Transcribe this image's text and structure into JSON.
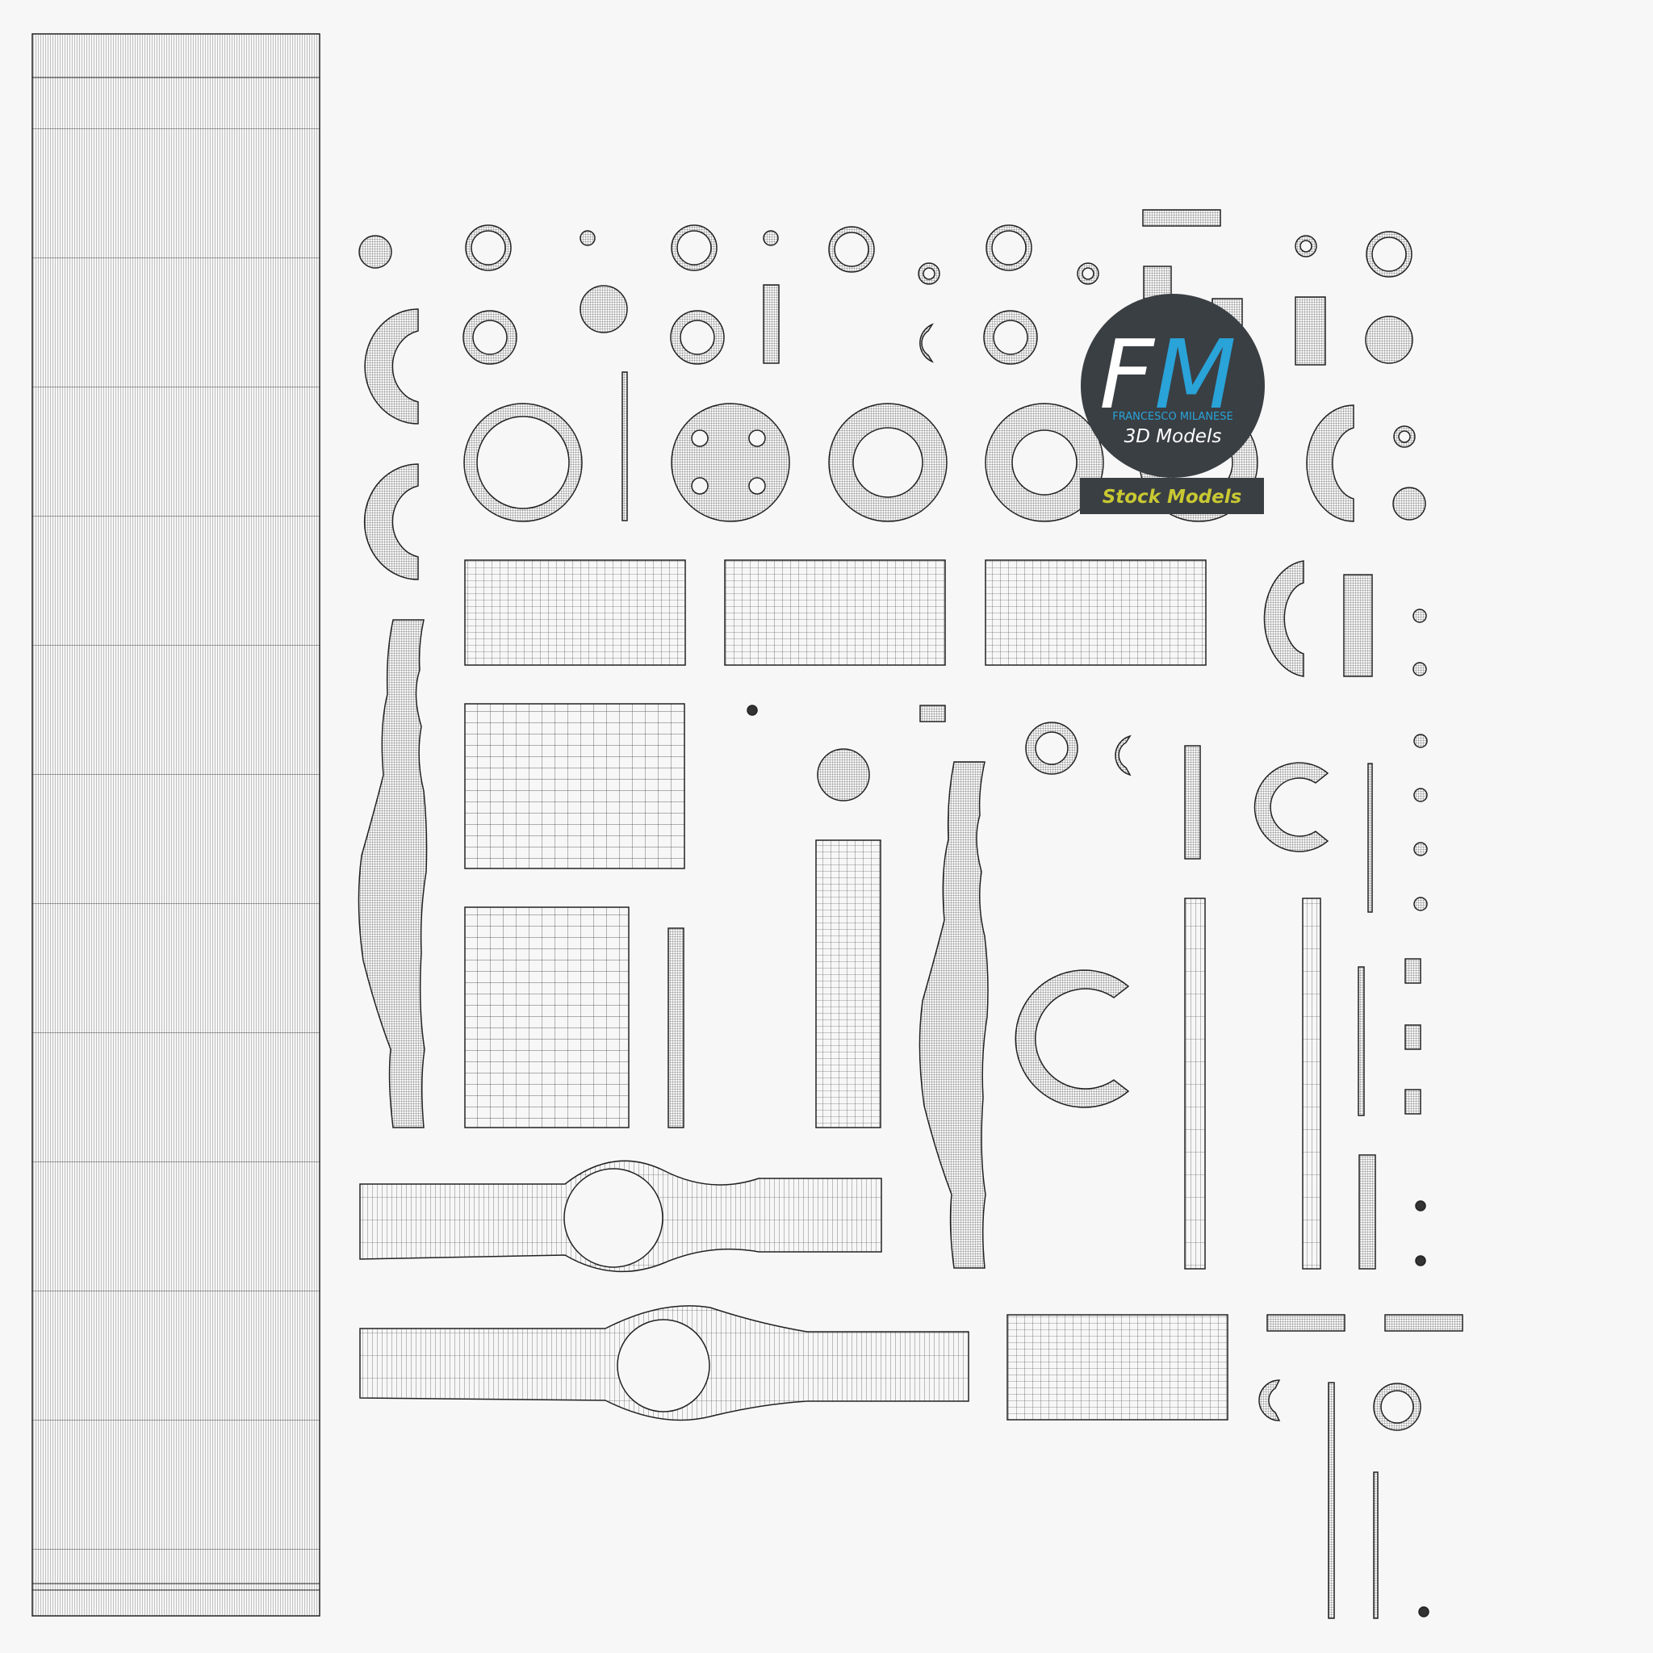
{
  "logo": {
    "initial_f": "F",
    "initial_m": "M",
    "brand_name": "FRANCESCO MILANESE",
    "tagline": "3D Models",
    "badge_label": "Stock Models",
    "colors": {
      "disc": "#3a3f44",
      "f_letter": "#ffffff",
      "m_letter": "#29a3d8",
      "brand_name": "#29a3d8",
      "tagline": "#ffffff",
      "badge_bg": "#3a3f44",
      "badge_text": "#c8c832"
    }
  },
  "wireframe": {
    "line_color": "#222222",
    "background": "#f7f7f7"
  }
}
